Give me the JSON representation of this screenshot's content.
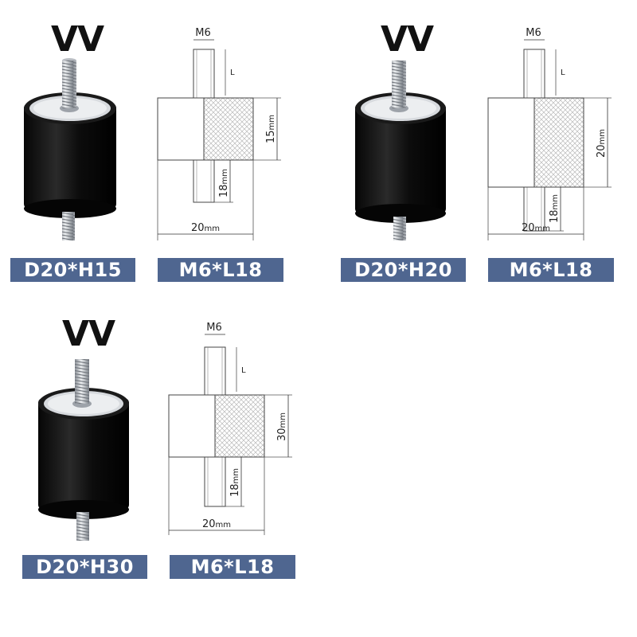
{
  "items": [
    {
      "brand": "VV",
      "size_label": "D20*H15",
      "thread_label": "M6*L18",
      "thread_dim": "M6",
      "length_symbol": "L",
      "height_dim": "15",
      "stud_dim": "18",
      "diameter_dim": "20",
      "unit": "mm"
    },
    {
      "brand": "VV",
      "size_label": "D20*H20",
      "thread_label": "M6*L18",
      "thread_dim": "M6",
      "length_symbol": "L",
      "height_dim": "20",
      "stud_dim": "18",
      "diameter_dim": "20",
      "unit": "mm"
    },
    {
      "brand": "VV",
      "size_label": "D20*H30",
      "thread_label": "M6*L18",
      "thread_dim": "M6",
      "length_symbol": "L",
      "height_dim": "30",
      "stud_dim": "18",
      "diameter_dim": "20",
      "unit": "mm"
    }
  ],
  "colors": {
    "label_bg": "#4f6690",
    "rubber": "#141414",
    "metal": "#c9ccd1"
  }
}
